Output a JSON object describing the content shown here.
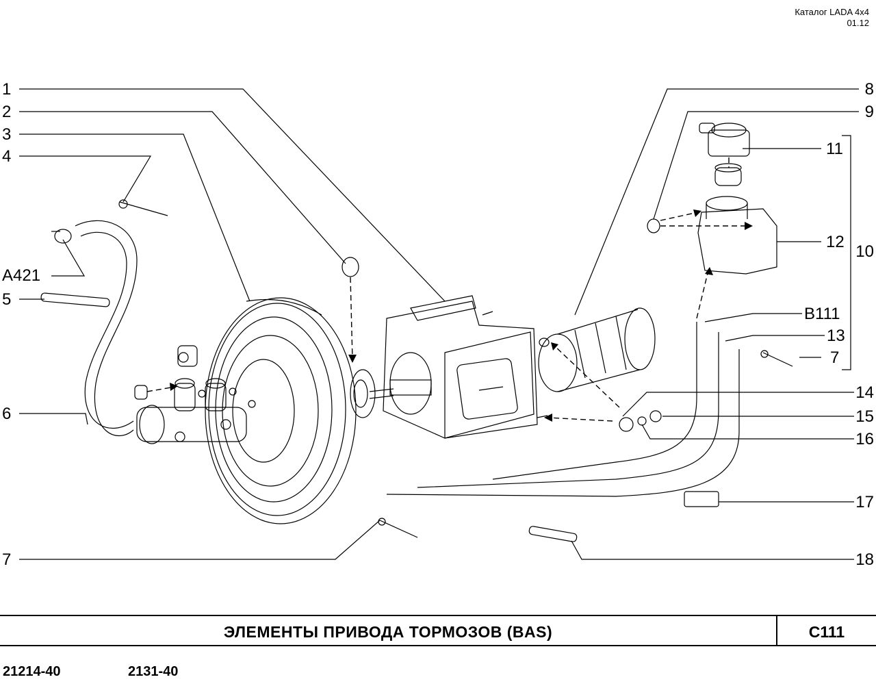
{
  "header": {
    "catalog": "Каталог LADA 4x4",
    "date": "01.12"
  },
  "callouts": {
    "c1": "1",
    "c2": "2",
    "c3": "3",
    "c4": "4",
    "a421": "A421",
    "c5": "5",
    "c6": "6",
    "c7l": "7",
    "c8": "8",
    "c9": "9",
    "c10": "10",
    "c11": "11",
    "c12": "12",
    "b111": "B111",
    "c13": "13",
    "c7r": "7",
    "c14": "14",
    "c15": "15",
    "c16": "16",
    "c17": "17",
    "c18": "18"
  },
  "title_block": {
    "title": "ЭЛЕМЕНТЫ ПРИВОДА ТОРМОЗОВ (BAS)",
    "code": "C111"
  },
  "footer": {
    "model_1": "21214-40",
    "model_2": "2131-40"
  }
}
